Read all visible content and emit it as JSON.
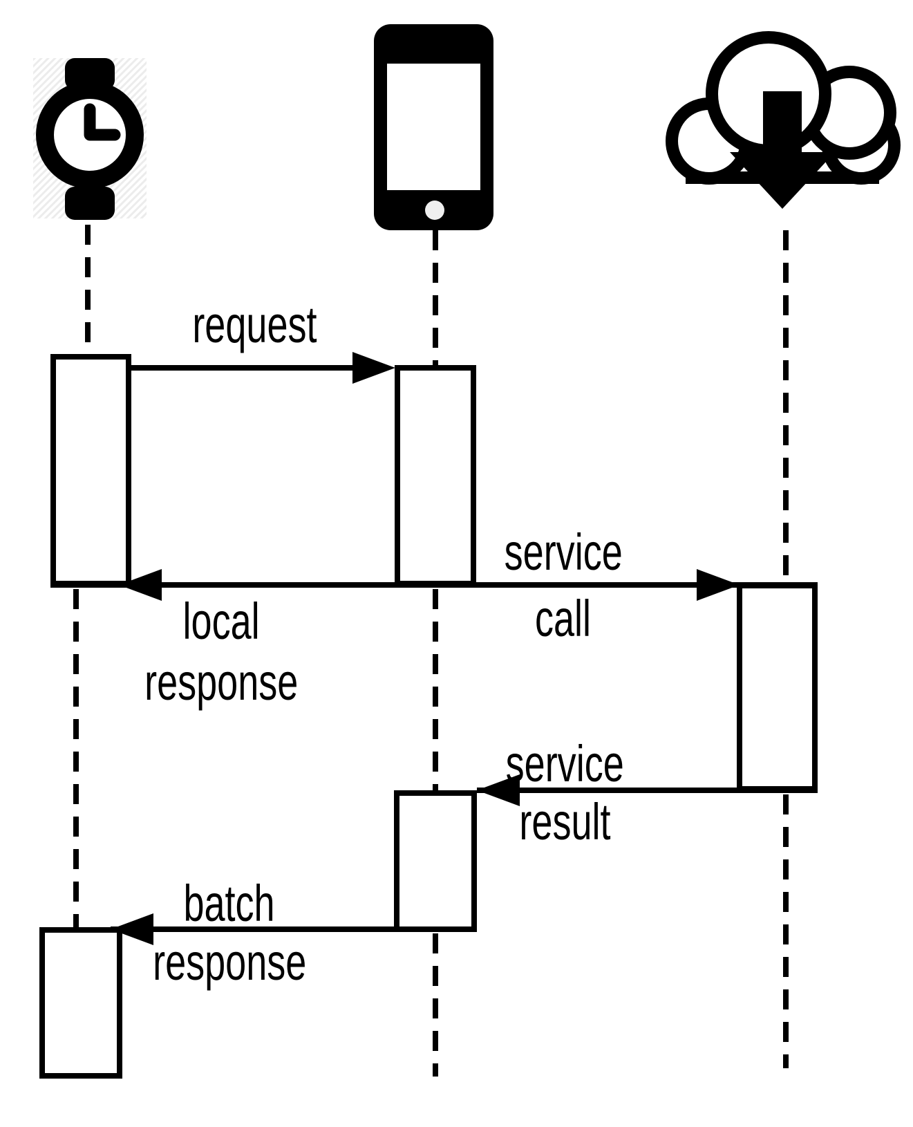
{
  "diagram": {
    "type": "sequence-diagram",
    "colors": {
      "ink": "#000000",
      "background": "#ffffff",
      "hatch": "#ececec"
    },
    "actors": [
      {
        "id": "watch",
        "icon": "smartwatch-icon",
        "description": "smartwatch with clock face"
      },
      {
        "id": "phone",
        "icon": "smartphone-icon",
        "description": "smartphone with home button"
      },
      {
        "id": "cloud",
        "icon": "cloud-download-icon",
        "description": "cloud with download arrow"
      }
    ],
    "messages": [
      {
        "from": "watch",
        "to": "phone",
        "lines": [
          "request"
        ]
      },
      {
        "from": "phone",
        "to": "watch",
        "lines": [
          "local",
          "response"
        ]
      },
      {
        "from": "phone",
        "to": "cloud",
        "lines": [
          "service",
          "call"
        ]
      },
      {
        "from": "cloud",
        "to": "phone",
        "lines": [
          "service",
          "result"
        ]
      },
      {
        "from": "phone",
        "to": "watch",
        "lines": [
          "batch",
          "response"
        ]
      }
    ]
  }
}
